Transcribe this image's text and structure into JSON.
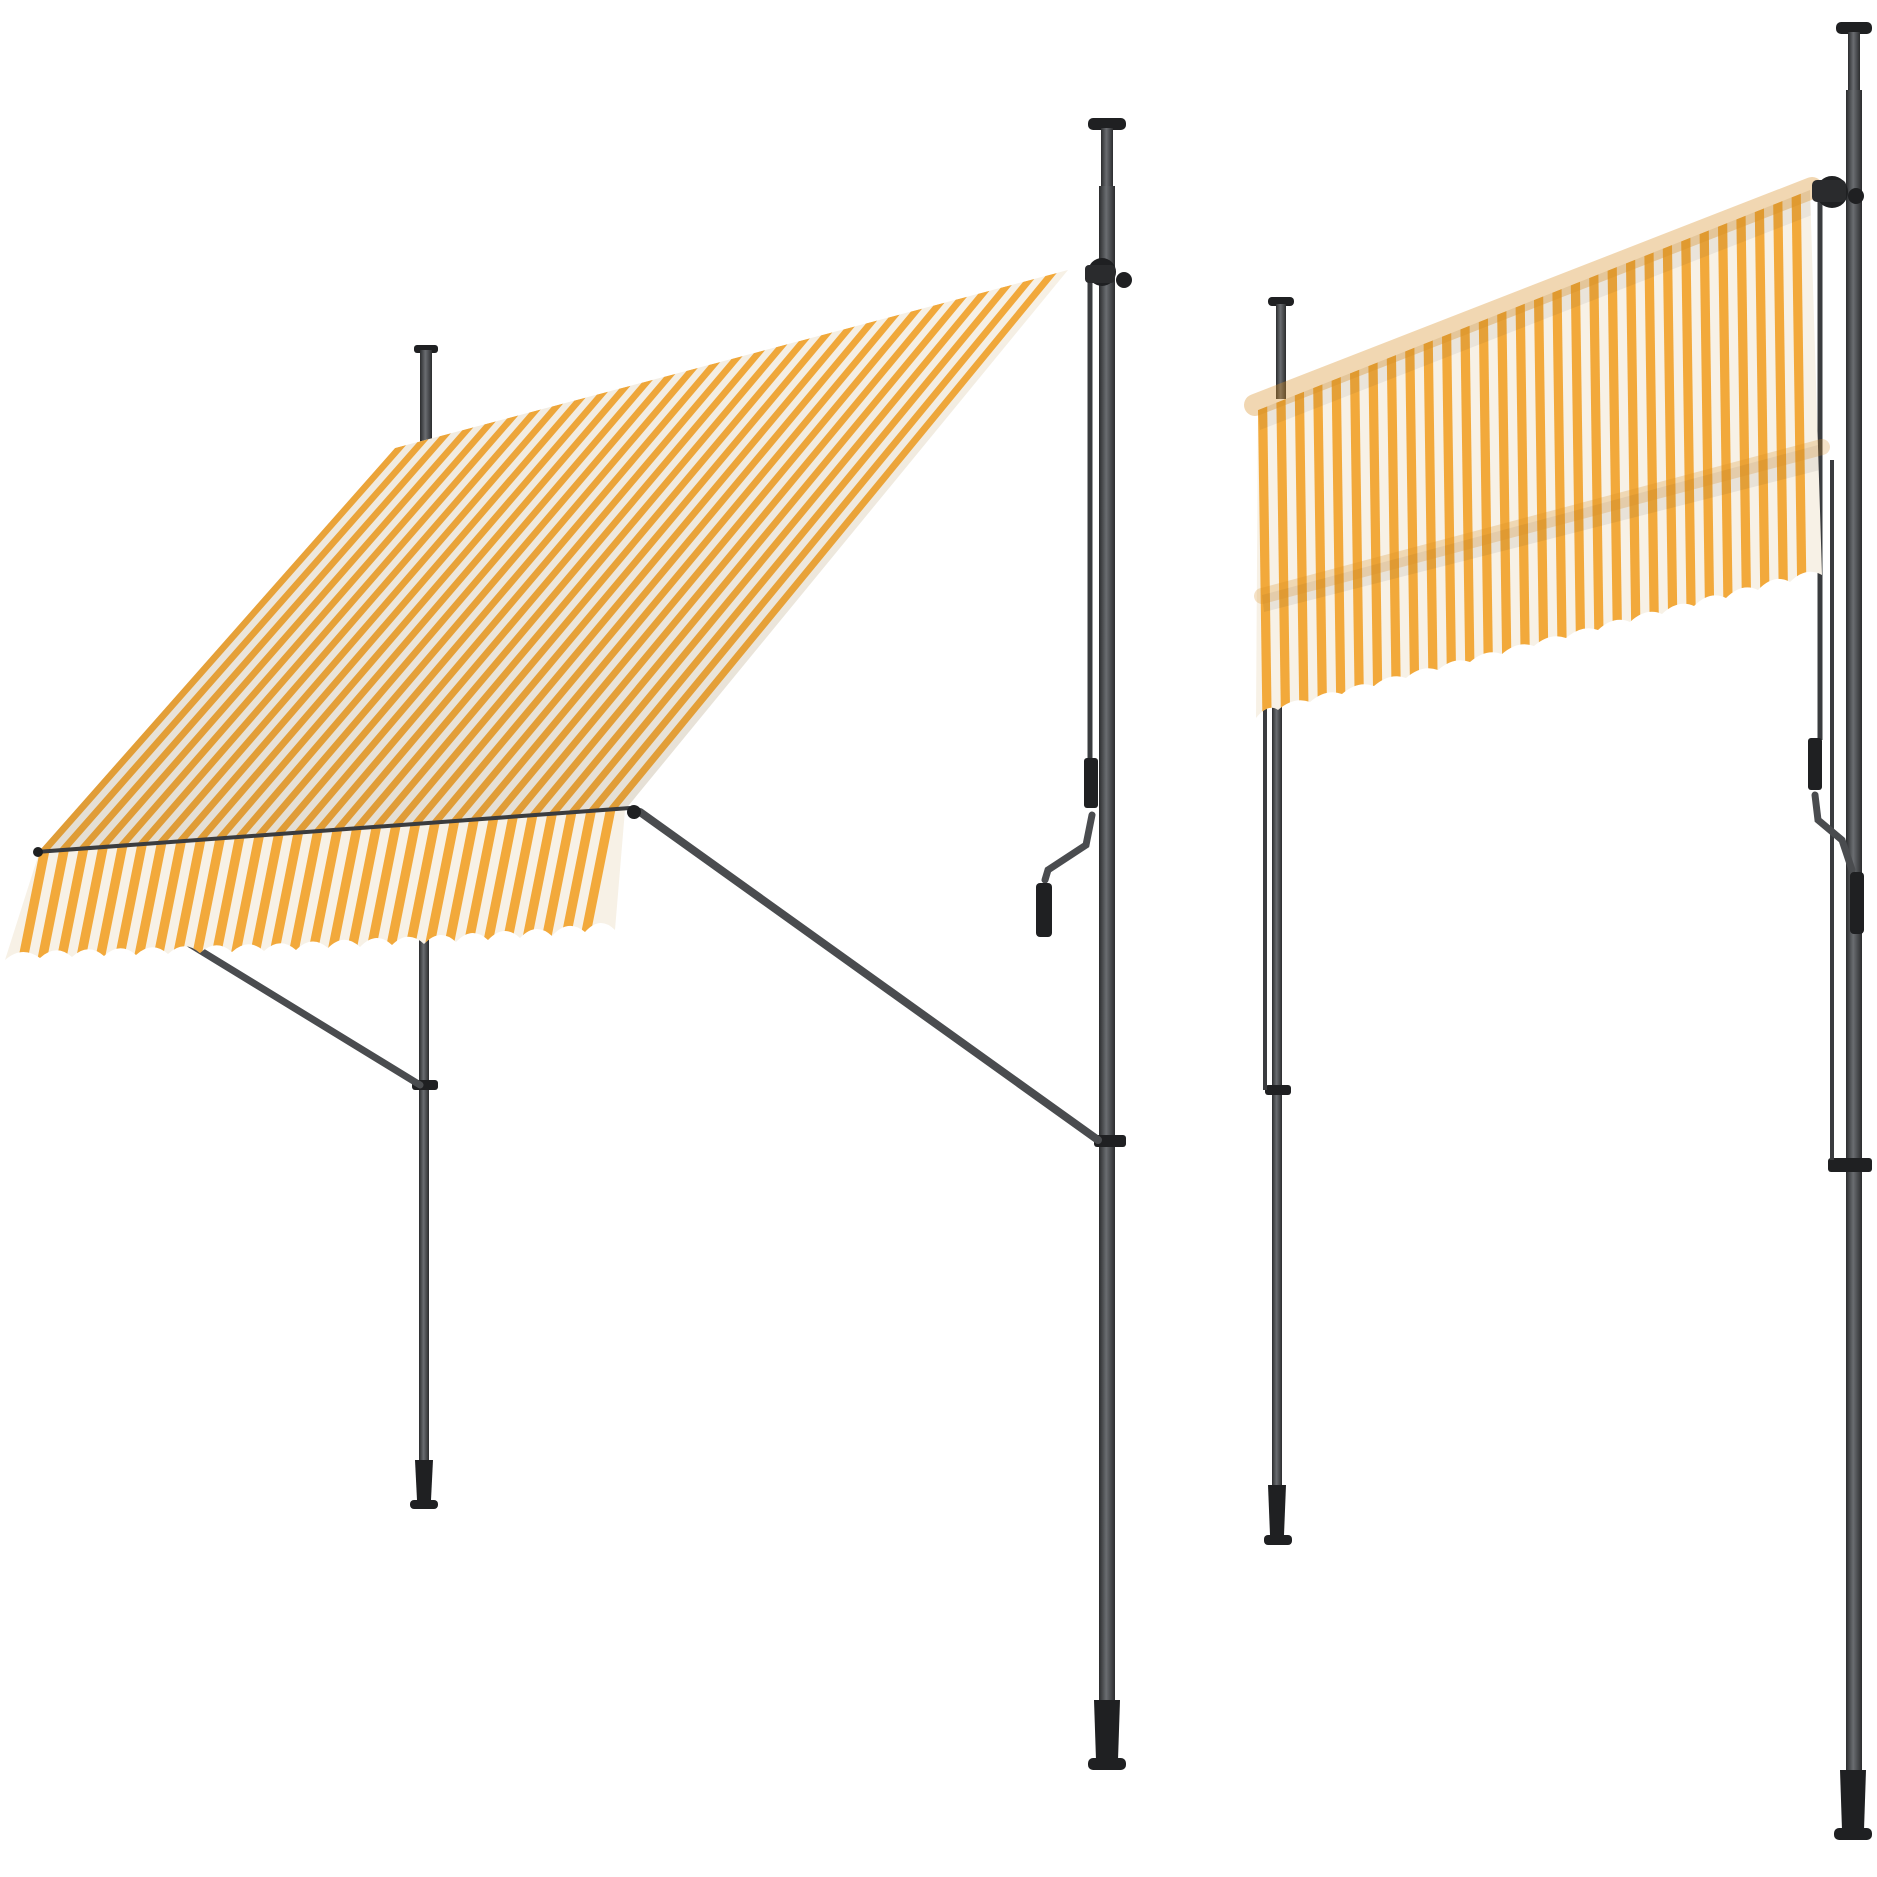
{
  "colors": {
    "background": "#ffffff",
    "stripe_orange": "#f2a93b",
    "stripe_cream": "#f7f1e6",
    "pole": "#4a4c4f",
    "pole_dark": "#1f2022",
    "pole_highlight": "#6c6f73"
  },
  "products": [
    {
      "view": "extended",
      "awning_state": "open"
    },
    {
      "view": "retracted",
      "awning_state": "rolled"
    }
  ]
}
